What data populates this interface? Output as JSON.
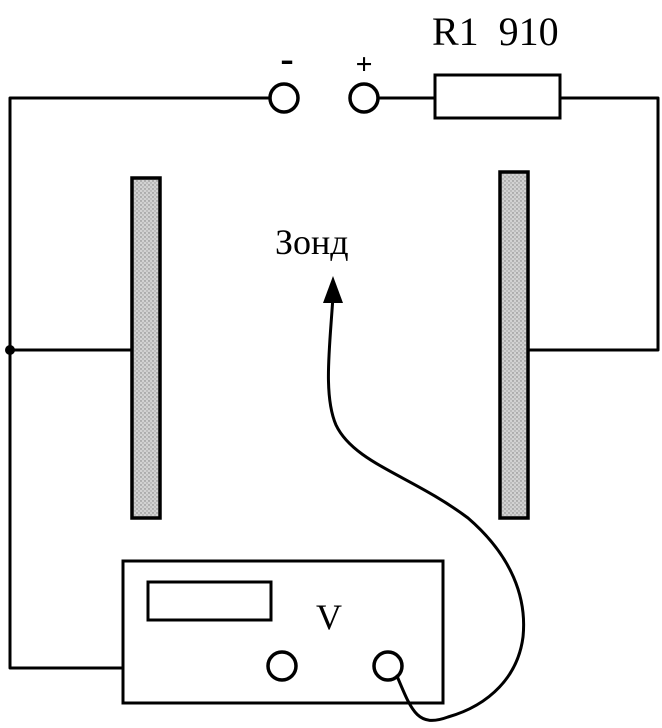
{
  "labels": {
    "minus": "-",
    "plus": "+",
    "resistor": "R1  910",
    "probe": "Зонд",
    "voltmeter": "V"
  },
  "colors": {
    "line": "#000000",
    "plate_fill": "#c8c8c8",
    "background": "#ffffff"
  }
}
